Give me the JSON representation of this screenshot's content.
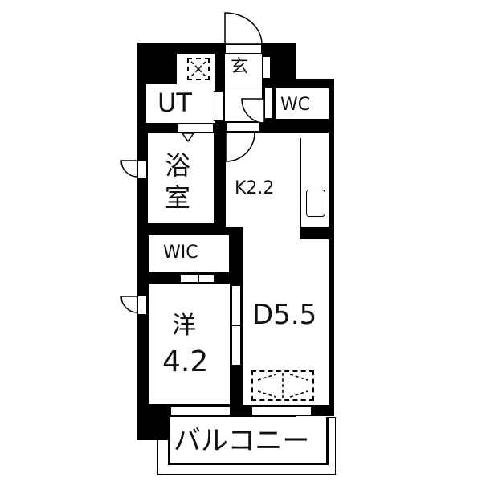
{
  "floorplan": {
    "rooms": {
      "entrance": {
        "label": "玄"
      },
      "unit_bath_utility": {
        "label": "UT"
      },
      "toilet": {
        "label": "WC"
      },
      "bathroom": {
        "label_line1": "浴",
        "label_line2": "室"
      },
      "kitchen": {
        "label": "K2.2"
      },
      "walk_in_closet": {
        "label": "WIC"
      },
      "western_room": {
        "label_line1": "洋",
        "label_line2": "4.2"
      },
      "dining": {
        "label": "D5.5"
      },
      "balcony": {
        "label": "バルコニー"
      }
    },
    "colors": {
      "wall": "#000000",
      "background": "#ffffff"
    }
  }
}
